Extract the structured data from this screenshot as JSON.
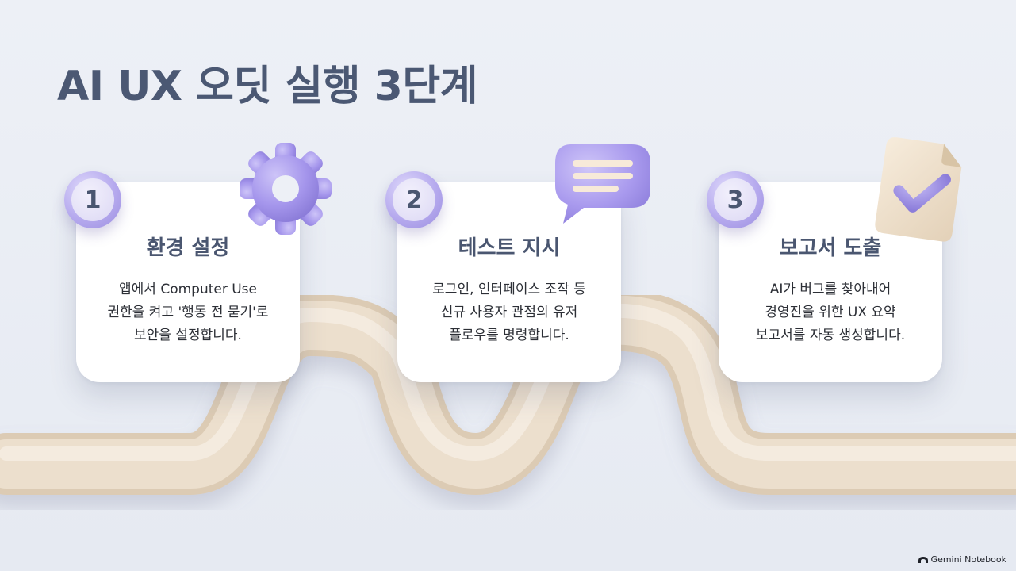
{
  "title": "AI UX 오딧 실행 3단계",
  "steps": [
    {
      "number": "1",
      "title": "환경 설정",
      "lines": [
        "앱에서 Computer Use",
        "권한을 켜고 '행동 전 묻기'로",
        "보안을 설정합니다."
      ],
      "icon": "gear-icon"
    },
    {
      "number": "2",
      "title": "테스트 지시",
      "lines": [
        "로그인, 인터페이스 조작 등",
        "신규 사용자 관점의 유저",
        "플로우를 명령합니다."
      ],
      "icon": "chat-bubble-icon"
    },
    {
      "number": "3",
      "title": "보고서 도출",
      "lines": [
        "AI가 버그를 찾아내어",
        "경영진을 위한 UX 요약",
        "보고서를 자동 생성합니다."
      ],
      "icon": "document-check-icon"
    }
  ],
  "brand": "Gemini Notebook",
  "colors": {
    "title": "#4b5873",
    "accent_purple": "#a89cec",
    "pipe": "#eadcc9",
    "card": "#ffffff"
  }
}
